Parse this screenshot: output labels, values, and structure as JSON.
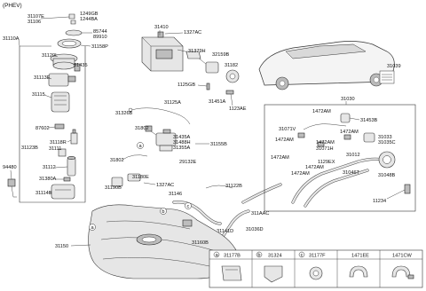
{
  "variant": "(PHEV)",
  "labels": {
    "l31107e": "31107E",
    "l31106": "31106",
    "l1249gb": "1249GB",
    "l1244ba": "1244BA",
    "l85744": "85744",
    "l89910": "89910",
    "l31110a": "31110A",
    "l31158p": "31158P",
    "l31120l": "31120L",
    "l31435": "31435",
    "l31113e": "31113E",
    "l31115": "31115",
    "l87602": "87602",
    "l31118r": "31118R",
    "l31123b": "31123B",
    "l31111": "31111",
    "l31112": "31112",
    "l31380a": "31380A",
    "l31114b": "31114B",
    "l94480": "94480",
    "l31410": "31410",
    "l1327ac_top": "1327AC",
    "l31379h": "31379H",
    "l32159b": "32159B",
    "l31182": "31182",
    "l1125gb": "1125GB",
    "l31451a": "31451A",
    "l1123ae": "1123AE",
    "l31125a": "31125A",
    "l31326b": "31326B",
    "l31802_top": "31802",
    "l31435a": "31435A",
    "l31488h": "31488H",
    "l31355a": "31355A",
    "l31155b": "31155B",
    "l29132e": "29132E",
    "l31802": "31802",
    "l31180e": "31180E",
    "l31190b": "31190B",
    "l1327ac": "1327AC",
    "l31146": "31146",
    "l31122b": "31122B",
    "l311aac": "311AAC",
    "l31141d": "31141D",
    "l31036d": "31036D",
    "l31160b": "31160B",
    "l31150": "31150",
    "l31039": "31039",
    "l31030": "31030",
    "l1472am_a": "1472AM",
    "l31453b": "31453B",
    "l31071v": "31071V",
    "l1472am_b": "1472AM",
    "l1472am_c": "1472AM",
    "l1472am_d": "1472AM",
    "l31071h": "31071H",
    "l1472am_e": "1472AM",
    "l31033": "31033",
    "l31035c": "31035C",
    "l1129ex": "1129EX",
    "l31012": "31012",
    "l1472am_f": "1472AM",
    "l1472am_g": "1472AM",
    "l31046t": "31046T",
    "l31048b": "31048B",
    "l11234": "11234",
    "callout_a1": "a",
    "callout_a2": "a",
    "callout_b": "b",
    "callout_c": "c"
  },
  "legend": [
    {
      "letter": "a",
      "code": "31177B"
    },
    {
      "letter": "b",
      "code": "31324"
    },
    {
      "letter": "c",
      "code": "31177F"
    },
    {
      "letter": "",
      "code": "1471EE"
    },
    {
      "letter": "",
      "code": "1471CW"
    }
  ],
  "colors": {
    "line": "#333333",
    "part_fill": "#e6e6e6",
    "dark_fill": "#bdbdbd",
    "background": "#ffffff"
  }
}
